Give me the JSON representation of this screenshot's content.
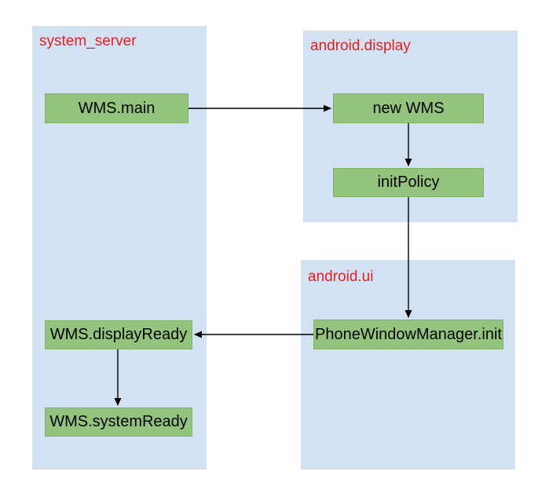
{
  "diagram": {
    "type": "flowchart",
    "regions": [
      {
        "id": "system_server",
        "label": "system_server"
      },
      {
        "id": "android.display",
        "label": "android.display"
      },
      {
        "id": "android.ui",
        "label": "android.ui"
      }
    ],
    "nodes": [
      {
        "id": "wms_main",
        "label": "WMS.main",
        "region": "system_server"
      },
      {
        "id": "new_wms",
        "label": "new WMS",
        "region": "android.display"
      },
      {
        "id": "init_policy",
        "label": "initPolicy",
        "region": "android.display"
      },
      {
        "id": "pwm_init",
        "label": "PhoneWindowManager.init",
        "region": "android.ui"
      },
      {
        "id": "wms_display_ready",
        "label": "WMS.displayReady",
        "region": "system_server"
      },
      {
        "id": "wms_system_ready",
        "label": "WMS.systemReady",
        "region": "system_server"
      }
    ],
    "arrows": [
      {
        "from": "wms_main",
        "to": "new_wms"
      },
      {
        "from": "new_wms",
        "to": "init_policy"
      },
      {
        "from": "init_policy",
        "to": "pwm_init"
      },
      {
        "from": "pwm_init",
        "to": "wms_display_ready"
      },
      {
        "from": "wms_display_ready",
        "to": "wms_system_ready"
      }
    ]
  },
  "colors": {
    "background": "#ffffff",
    "region_fill": "#d3e2f3",
    "region_label": "#e02222",
    "node_fill": "#93c47d",
    "node_border": "#7fae67",
    "node_text": "#000000",
    "arrow": "#000000"
  }
}
